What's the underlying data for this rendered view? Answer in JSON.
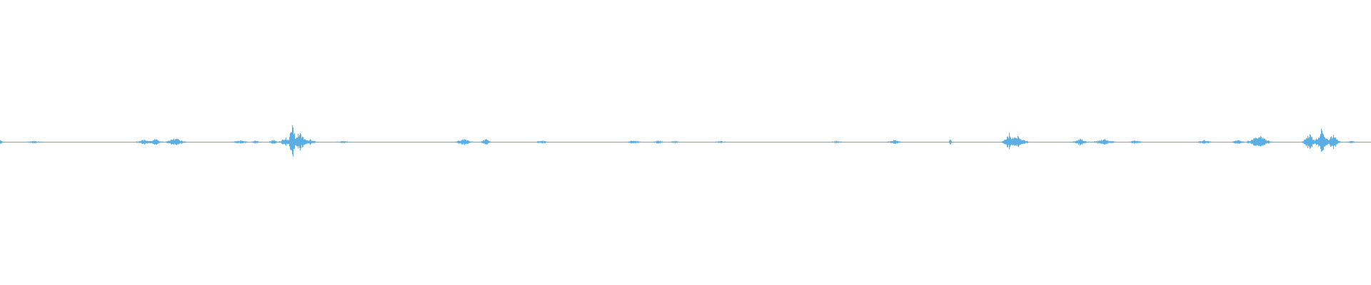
{
  "waveform": {
    "color": "#5aaee4",
    "background": "#ffffff",
    "duration_fraction_visible": 1.0,
    "bursts": [
      {
        "at": 0.0,
        "width": 0.004,
        "amplitude": 0.1
      },
      {
        "at": 0.025,
        "width": 0.015,
        "amplitude": 0.06
      },
      {
        "at": 0.105,
        "width": 0.012,
        "amplitude": 0.12
      },
      {
        "at": 0.113,
        "width": 0.01,
        "amplitude": 0.14
      },
      {
        "at": 0.128,
        "width": 0.012,
        "amplitude": 0.2
      },
      {
        "at": 0.175,
        "width": 0.012,
        "amplitude": 0.08
      },
      {
        "at": 0.186,
        "width": 0.006,
        "amplitude": 0.1
      },
      {
        "at": 0.199,
        "width": 0.006,
        "amplitude": 0.12
      },
      {
        "at": 0.208,
        "width": 0.008,
        "amplitude": 0.22
      },
      {
        "at": 0.213,
        "width": 0.004,
        "amplitude": 1.0
      },
      {
        "at": 0.218,
        "width": 0.01,
        "amplitude": 0.45
      },
      {
        "at": 0.226,
        "width": 0.008,
        "amplitude": 0.15
      },
      {
        "at": 0.25,
        "width": 0.012,
        "amplitude": 0.06
      },
      {
        "at": 0.338,
        "width": 0.012,
        "amplitude": 0.14
      },
      {
        "at": 0.354,
        "width": 0.006,
        "amplitude": 0.16
      },
      {
        "at": 0.395,
        "width": 0.01,
        "amplitude": 0.08
      },
      {
        "at": 0.462,
        "width": 0.01,
        "amplitude": 0.1
      },
      {
        "at": 0.48,
        "width": 0.008,
        "amplitude": 0.08
      },
      {
        "at": 0.492,
        "width": 0.01,
        "amplitude": 0.06
      },
      {
        "at": 0.525,
        "width": 0.01,
        "amplitude": 0.06
      },
      {
        "at": 0.61,
        "width": 0.01,
        "amplitude": 0.06
      },
      {
        "at": 0.652,
        "width": 0.01,
        "amplitude": 0.1
      },
      {
        "at": 0.693,
        "width": 0.002,
        "amplitude": 0.18
      },
      {
        "at": 0.736,
        "width": 0.008,
        "amplitude": 0.4
      },
      {
        "at": 0.742,
        "width": 0.012,
        "amplitude": 0.3
      },
      {
        "at": 0.788,
        "width": 0.01,
        "amplitude": 0.16
      },
      {
        "at": 0.805,
        "width": 0.014,
        "amplitude": 0.14
      },
      {
        "at": 0.828,
        "width": 0.01,
        "amplitude": 0.1
      },
      {
        "at": 0.878,
        "width": 0.01,
        "amplitude": 0.1
      },
      {
        "at": 0.903,
        "width": 0.008,
        "amplitude": 0.12
      },
      {
        "at": 0.918,
        "width": 0.014,
        "amplitude": 0.3
      },
      {
        "at": 0.955,
        "width": 0.008,
        "amplitude": 0.4
      },
      {
        "at": 0.964,
        "width": 0.008,
        "amplitude": 0.65
      },
      {
        "at": 0.972,
        "width": 0.008,
        "amplitude": 0.35
      },
      {
        "at": 0.985,
        "width": 0.01,
        "amplitude": 0.06
      }
    ],
    "baseline_noise": 0.012
  }
}
